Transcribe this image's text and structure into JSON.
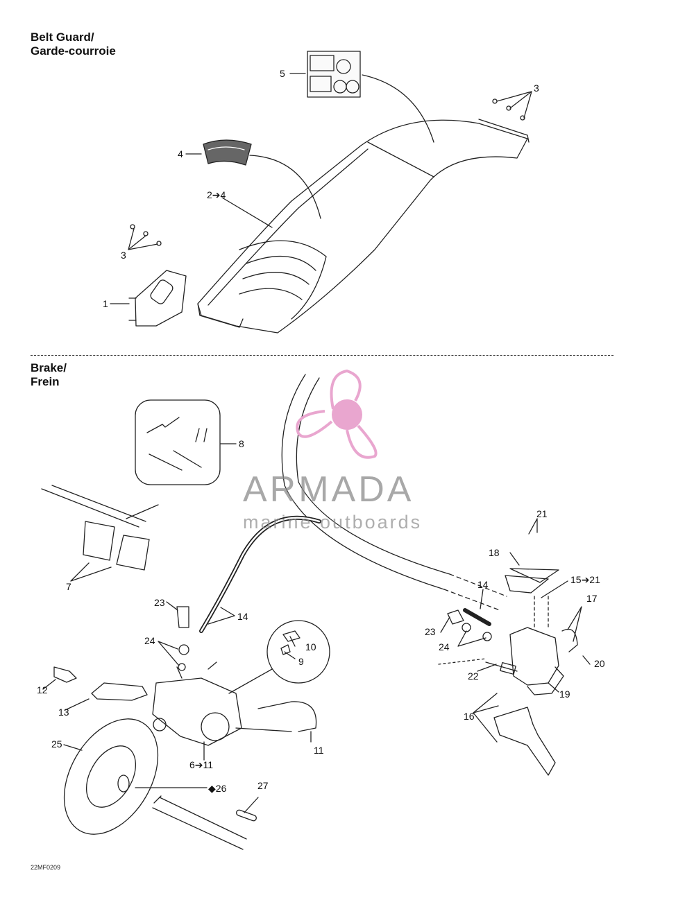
{
  "sections": {
    "belt_guard_title_line1": "Belt Guard/",
    "belt_guard_title_line2": "Garde-courroie",
    "brake_title_line1": "Brake/",
    "brake_title_line2": "Frein"
  },
  "callouts": {
    "c1": "1",
    "c2": "2➔4",
    "c3a": "3",
    "c3b": "3",
    "c4": "4",
    "c5": "5",
    "c6": "6➔11",
    "c7": "7",
    "c8": "8",
    "c9": "9",
    "c10": "10",
    "c11": "11",
    "c12": "12",
    "c13": "13",
    "c14a": "14",
    "c14b": "14",
    "c15": "15➔21",
    "c16": "16",
    "c17": "17",
    "c18": "18",
    "c19": "19",
    "c20": "20",
    "c21": "21",
    "c22": "22",
    "c23a": "23",
    "c23b": "23",
    "c24a": "24",
    "c24b": "24",
    "c25": "25",
    "c26": "26",
    "c27": "27"
  },
  "watermark": {
    "brand": "ARMADA",
    "tagline": "marine outboards",
    "color": "#e9a6cf"
  },
  "footer": {
    "figure_code": "22MF0209"
  }
}
